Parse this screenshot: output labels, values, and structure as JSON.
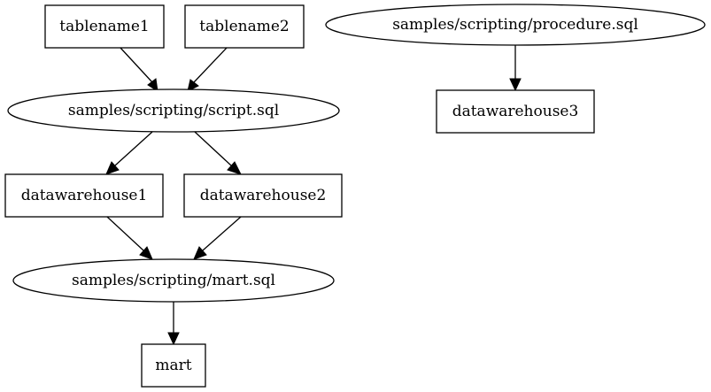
{
  "nodes": {
    "tablename1": "tablename1",
    "tablename2": "tablename2",
    "procedure_sql": "samples/scripting/procedure.sql",
    "script_sql": "samples/scripting/script.sql",
    "datawarehouse3": "datawarehouse3",
    "datawarehouse1": "datawarehouse1",
    "datawarehouse2": "datawarehouse2",
    "mart_sql": "samples/scripting/mart.sql",
    "mart": "mart"
  },
  "edges": [
    {
      "from": "tablename1",
      "to": "script_sql"
    },
    {
      "from": "tablename2",
      "to": "script_sql"
    },
    {
      "from": "procedure_sql",
      "to": "datawarehouse3"
    },
    {
      "from": "script_sql",
      "to": "datawarehouse1"
    },
    {
      "from": "script_sql",
      "to": "datawarehouse2"
    },
    {
      "from": "datawarehouse1",
      "to": "mart_sql"
    },
    {
      "from": "datawarehouse2",
      "to": "mart_sql"
    },
    {
      "from": "mart_sql",
      "to": "mart"
    }
  ],
  "colors": {
    "stroke": "#000000",
    "fill": "#ffffff",
    "background": "#ffffff"
  }
}
